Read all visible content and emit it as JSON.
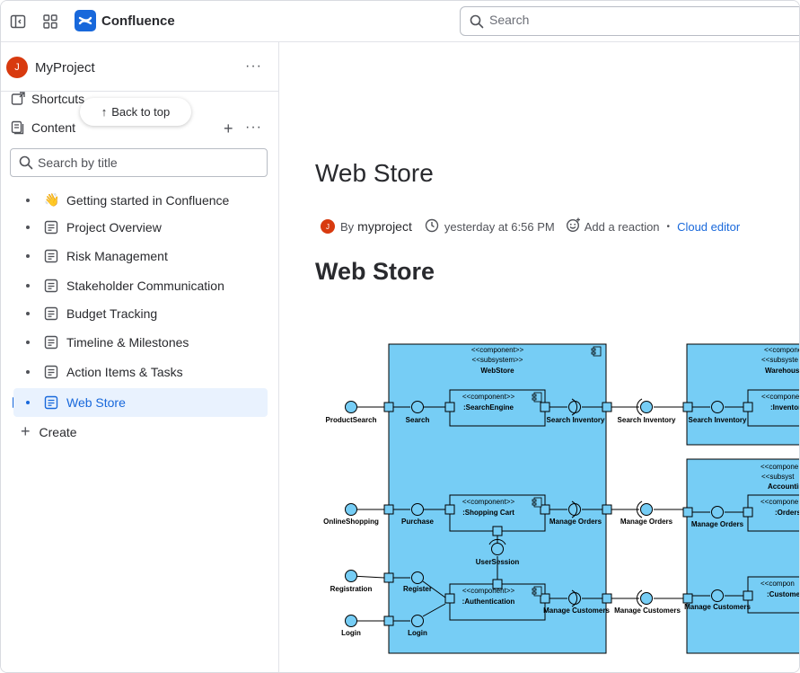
{
  "topbar": {
    "app_name": "Confluence",
    "search_placeholder": "Search"
  },
  "sidebar": {
    "space_avatar": "J",
    "space_name": "MyProject",
    "more": "···",
    "shortcuts_label": "Shortcuts",
    "content_label": "Content",
    "back_to_top": "Back to top",
    "search_placeholder": "Search by title",
    "tree": [
      {
        "label": "Getting started in Confluence",
        "icon": "waving-hand-emoji"
      },
      {
        "label": "Project Overview",
        "icon": "page-icon"
      },
      {
        "label": "Risk Management",
        "icon": "page-icon"
      },
      {
        "label": "Stakeholder Communication",
        "icon": "page-icon"
      },
      {
        "label": "Budget Tracking",
        "icon": "page-icon"
      },
      {
        "label": "Timeline & Milestones",
        "icon": "page-icon"
      },
      {
        "label": "Action Items & Tasks",
        "icon": "page-icon"
      },
      {
        "label": "Web Store",
        "icon": "page-icon",
        "active": true
      }
    ],
    "create_label": "Create"
  },
  "page": {
    "title": "Web Store",
    "author_avatar": "J",
    "by_prefix": "By",
    "author": "myproject",
    "timestamp": "yesterday at 6:56 PM",
    "add_reaction": "Add a reaction",
    "editor": "Cloud editor",
    "heading": "Web Store"
  },
  "diagram": {
    "stereotype_component": "<<component>>",
    "stereotype_subsystem": "<<subsystem>>",
    "webstore": "WebStore",
    "searchengine": ":SearchEngine",
    "shoppingcart": ":Shopping Cart",
    "authentication": ":Authentication",
    "warehouse": "Warehous",
    "inventory": ":Inventor",
    "accounting": "Accountin",
    "orders": ":Orders",
    "customers": ":Custome",
    "component_clip": "<<compone",
    "subsystem_clip": "<<subsyste",
    "subsystem_clip2": "<<subsyst",
    "component_clip2": "<<compon",
    "labels": {
      "productsearch": "ProductSearch",
      "search": "Search",
      "search_inventory": "Search Inventory",
      "onlineshopping": "OnlineShopping",
      "purchase": "Purchase",
      "manage_orders": "Manage Orders",
      "usersession": "UserSession",
      "registration": "Registration",
      "register": "Register",
      "login": "Login",
      "manage_customers": "Manage Customers"
    }
  },
  "colors": {
    "accent": "#1868db",
    "avatar": "#d83a0f",
    "diagram_fill": "#76cdf5"
  }
}
